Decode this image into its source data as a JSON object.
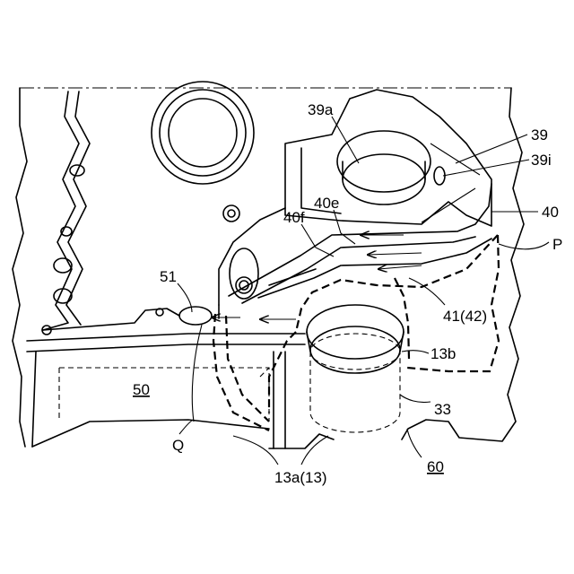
{
  "labels": {
    "l39a": "39a",
    "l39": "39",
    "l39i": "39i",
    "l40e": "40e",
    "l40f": "40f",
    "l40": "40",
    "lP": "P",
    "l51": "51",
    "l41": "41(42)",
    "l13b": "13b",
    "l50": "50",
    "l33": "33",
    "lQ": "Q",
    "l60": "60",
    "l13a": "13a(13)"
  }
}
